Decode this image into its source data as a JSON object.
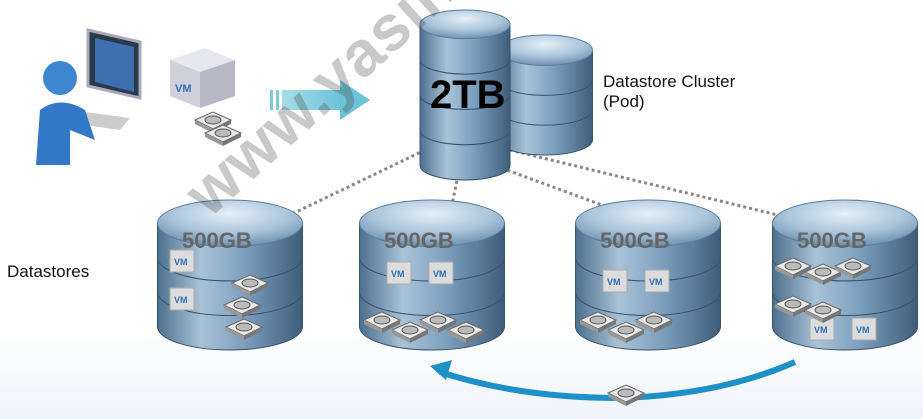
{
  "cluster": {
    "capacity": "2TB",
    "label_line1": "Datastore Cluster",
    "label_line2": "(Pod)"
  },
  "datastores_label": "Datastores",
  "vm_badge": "VM",
  "datastores": [
    {
      "capacity": "500GB",
      "vms": 2,
      "disks": 3
    },
    {
      "capacity": "500GB",
      "vms": 2,
      "disks": 4
    },
    {
      "capacity": "500GB",
      "vms": 2,
      "disks": 3
    },
    {
      "capacity": "500GB",
      "vms": 2,
      "disks": 5
    }
  ],
  "watermark": "www.yasinakilli.com",
  "colors": {
    "arrow": "#7ecbdc",
    "migration_arrow": "#1e90c8",
    "cylinder": "#6f97b8",
    "connector": "#888888"
  }
}
